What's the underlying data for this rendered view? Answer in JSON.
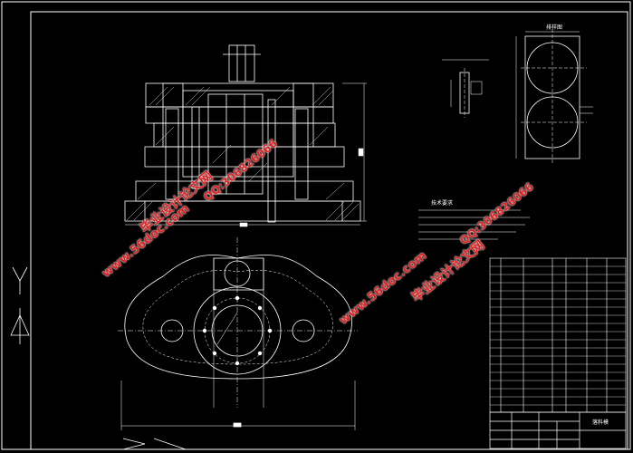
{
  "colors": {
    "background": "#000000",
    "line": "#ffffff",
    "dim": "#ff3030",
    "hatch": "#cfcfcf",
    "center": "#ffffff",
    "watermark": "#e02020"
  },
  "watermarks": {
    "site_1": "www.56doc.com",
    "name_1": "毕业设计论文网",
    "qq_1": "QQ:306826066",
    "site_2": "www.56doc.com",
    "name_2": "毕业设计论文网",
    "qq_2": "QQ:306826066"
  },
  "drawing": {
    "note_title": "技术要求",
    "detail_title": "排样图",
    "title_block_name": "落料模"
  }
}
